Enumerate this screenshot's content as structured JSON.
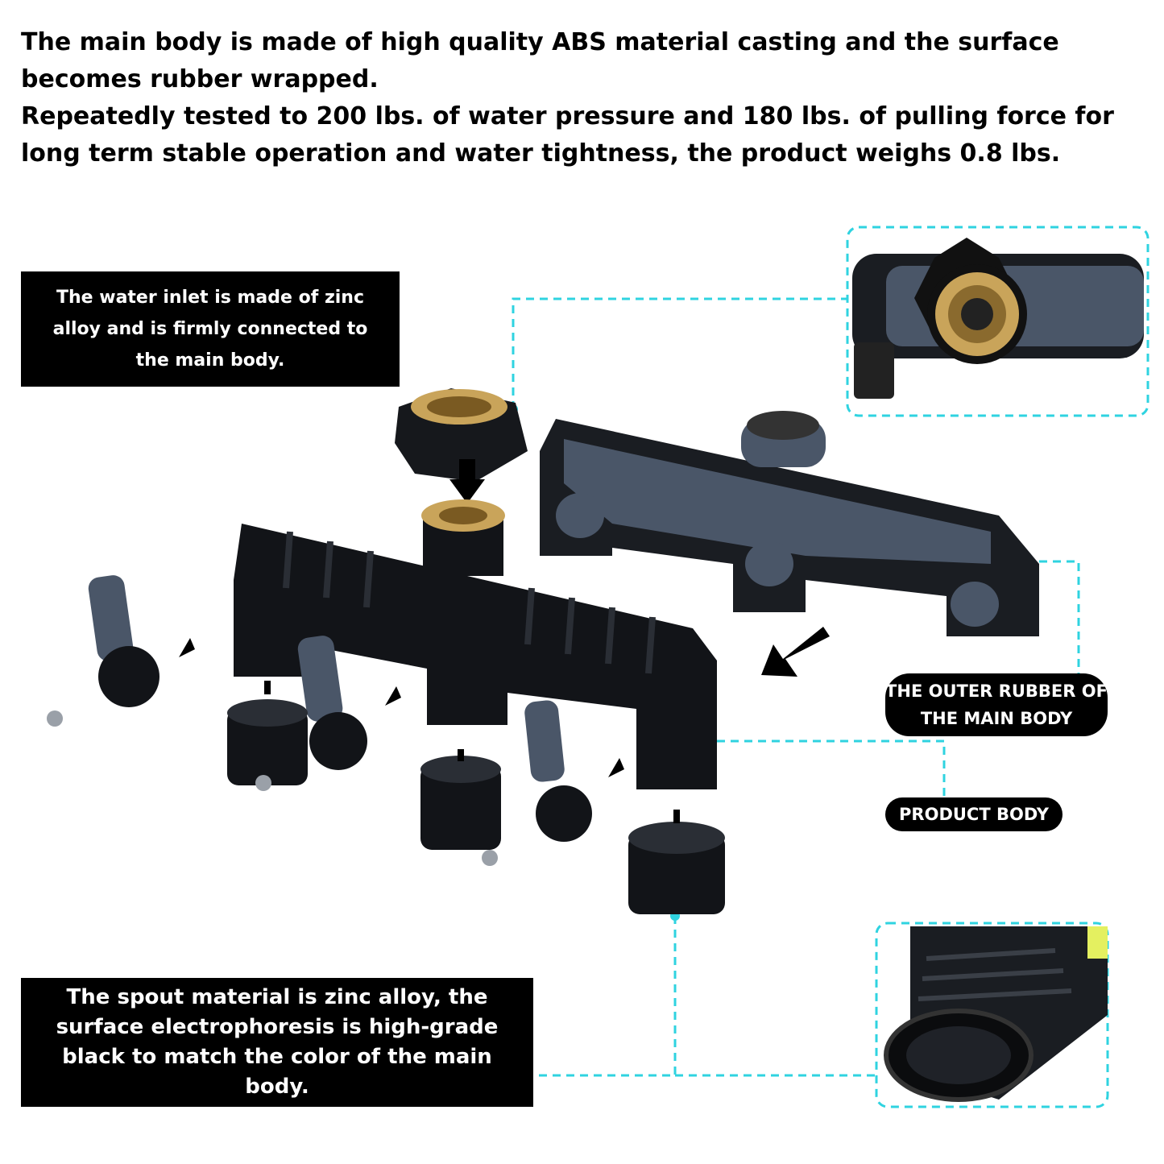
{
  "header": {
    "paragraph1": "The main body is made of high quality ABS material casting and the surface becomes rubber wrapped.",
    "paragraph2": "Repeatedly tested to 200 lbs. of water pressure and 180 lbs. of pulling force for long term stable operation and water tightness, the product weighs 0.8 lbs."
  },
  "callouts": {
    "inlet": "The water inlet is made of zinc alloy and is firmly connected to the main body.",
    "spout": "The spout material is zinc alloy, the surface electrophoresis is high-grade black to match the color of the main body.",
    "outer_rubber_line1": "THE OUTER RUBBER",
    "outer_rubber_line2": "OF THE MAIN BODY",
    "product_body": "PRODUCT BODY"
  },
  "colors": {
    "accent_dashed": "#2fd3e0",
    "label_bg": "#000000",
    "label_text": "#ffffff",
    "rubber_gray": "#4a5668",
    "brass": "#c9a45a"
  }
}
